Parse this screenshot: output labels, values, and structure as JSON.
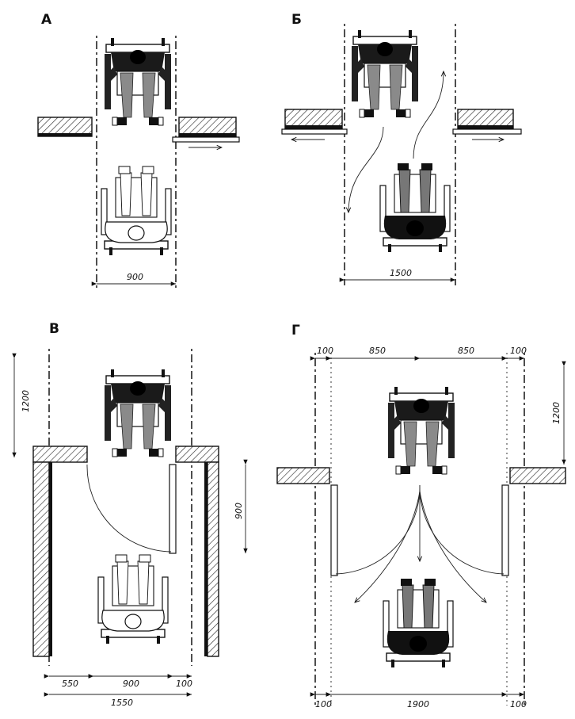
{
  "panels": {
    "a": {
      "label": "А",
      "width_dim": "900"
    },
    "b": {
      "label": "Б",
      "width_dim": "1500"
    },
    "v": {
      "label": "В",
      "approach_dim": "1200",
      "door_dim": "900",
      "bottom_left": "550",
      "bottom_mid": "900",
      "bottom_right": "100",
      "bottom_total": "1550"
    },
    "g": {
      "label": "Г",
      "top_left": "100",
      "top_mid_left": "850",
      "top_mid_right": "850",
      "top_right": "100",
      "approach_dim": "1200",
      "bottom_left": "100",
      "bottom_mid": "1900",
      "bottom_right": "100"
    }
  }
}
